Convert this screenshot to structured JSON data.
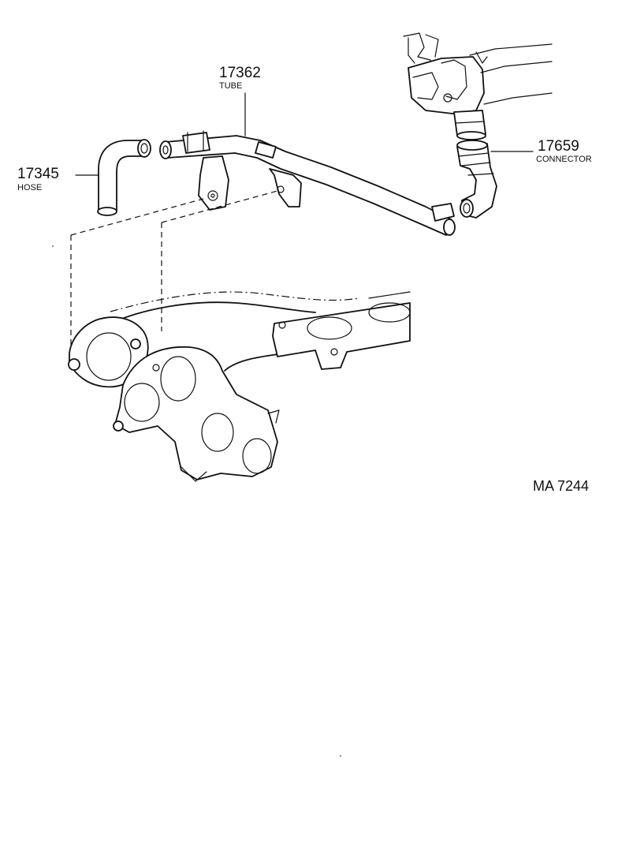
{
  "parts": [
    {
      "number": "17362",
      "name": "TUBE"
    },
    {
      "number": "17345",
      "name": "HOSE"
    },
    {
      "number": "17659",
      "name": "CONNECTOR"
    }
  ],
  "reference_code": "MA 7244",
  "icons": {
    "tube": "tube-icon",
    "hose": "hose-icon",
    "connector": "connector-icon",
    "manifold": "exhaust-manifold-icon",
    "valve_body": "valve-body-icon"
  }
}
